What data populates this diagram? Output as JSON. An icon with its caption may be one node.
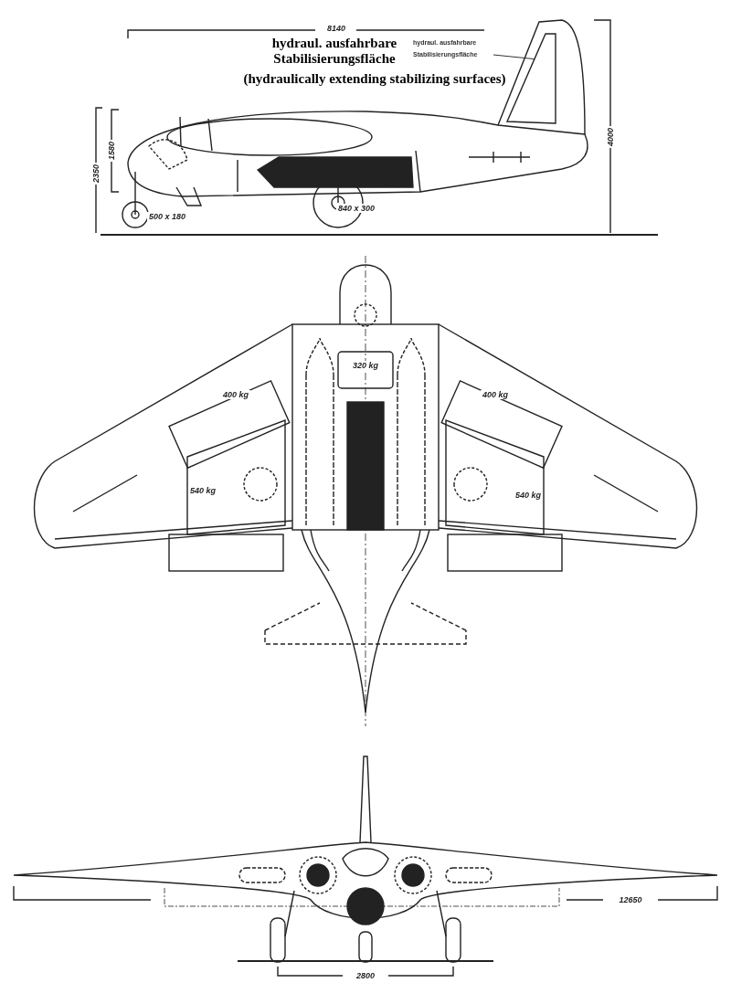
{
  "diagram": {
    "nodes": [
      {
        "text": [
          "hydraul. ausfahrbare Stabilisierungsfläche"
        ]
      },
      {
        "text": [],
        "shape": "picture"
      }
    ],
    "edges": [
      {
        "from": 0,
        "to": 1,
        "arrow": "none"
      }
    ],
    "labels": [
      "8140",
      "hydraul. ausfahrbare Stabilisierungsfläche",
      "(hydraulically extending stabilizing surfaces)",
      "1580",
      "2350",
      "4000",
      "840 x 300",
      "500 x 180",
      "320 kg",
      "400 kg",
      "400 kg",
      "540 kg",
      "540 kg",
      "12650",
      "2800"
    ]
  }
}
